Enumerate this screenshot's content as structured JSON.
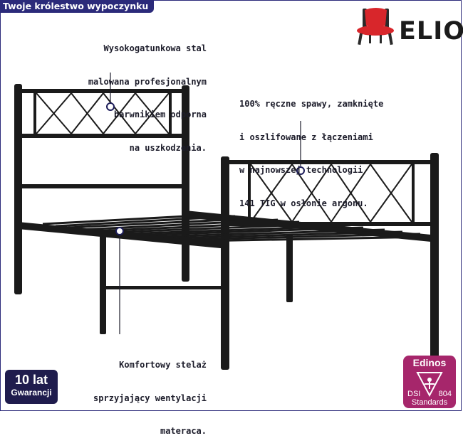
{
  "banner": {
    "title": "Twoje królestwo wypoczynku"
  },
  "brand": {
    "name": "ELIOR",
    "icon": "chair-icon"
  },
  "annotations": {
    "headboard": [
      "Wysokogatunkowa stal",
      "malowana profesjonalnym",
      "barwnikiem odporna",
      "na uszkodzenia."
    ],
    "welding": [
      "100% ręczne spawy, zamknięte",
      "i oszlifowane z łączeniami",
      "w najnowszej technologii",
      "141 TIG w osłonie argonu."
    ],
    "frame": [
      "Komfortowy stelaż",
      "sprzyjający wentylacji",
      "materaca."
    ]
  },
  "badges": {
    "warranty": {
      "years": "10 lat",
      "label": "Gwarancji"
    },
    "edinos": {
      "title": "Edinos",
      "left": "DSI",
      "right": "804",
      "bottom": "Standards"
    }
  },
  "colors": {
    "accent": "#2b2a7a",
    "metal": "#1a1a1a",
    "badge_purple": "#a6266b",
    "badge_navy": "#1f1c4d",
    "chair_red": "#d8262b"
  }
}
